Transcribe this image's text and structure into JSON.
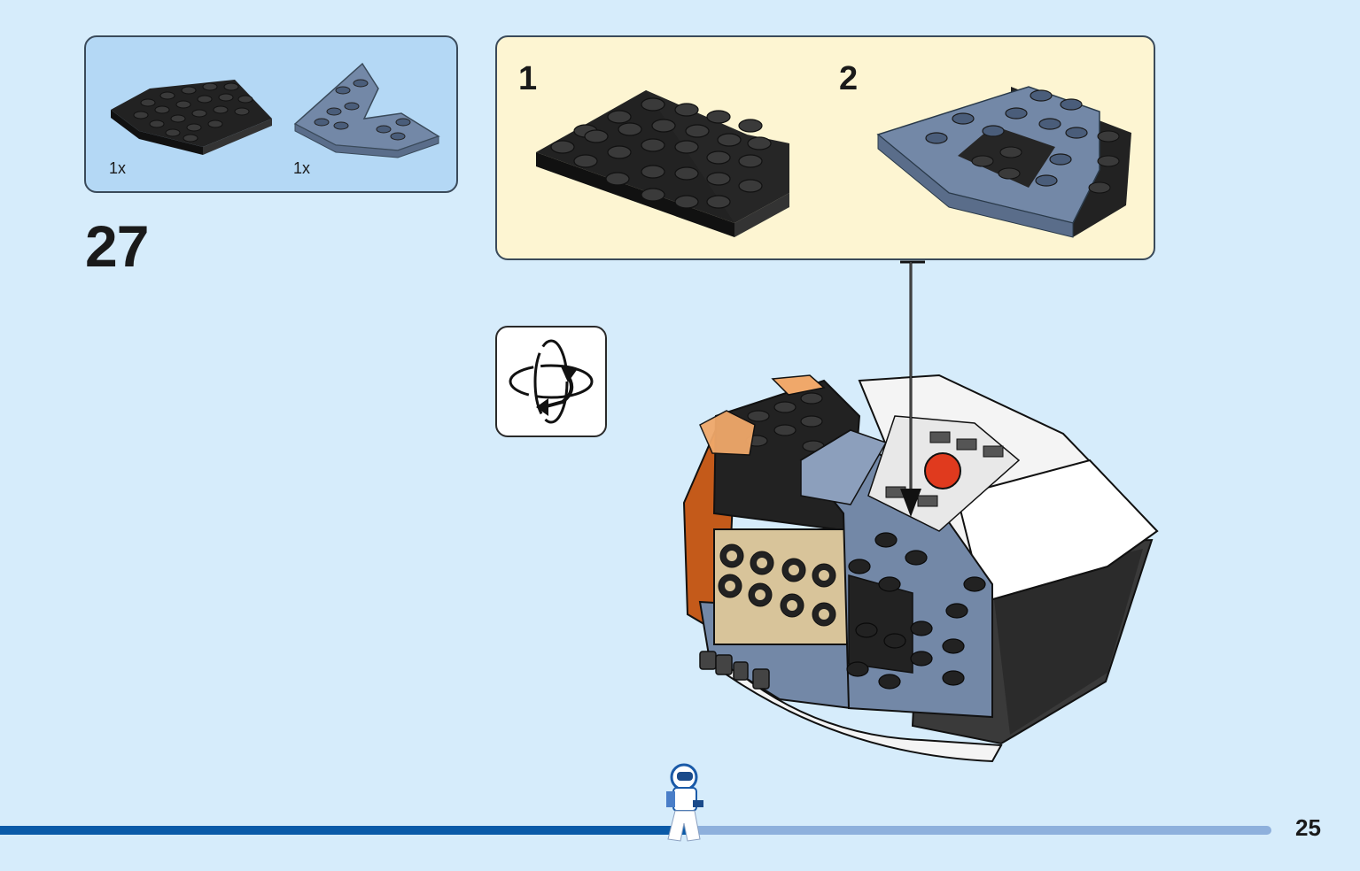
{
  "parts_list": {
    "items": [
      {
        "name": "black-wedge-plate",
        "color": "#222222",
        "quantity": "1x"
      },
      {
        "name": "sand-blue-wedge-plate-cutout",
        "color": "#7388a7",
        "quantity": "1x"
      }
    ]
  },
  "step": {
    "number": "27"
  },
  "sub_assembly": {
    "steps": [
      {
        "label": "1"
      },
      {
        "label": "2"
      }
    ]
  },
  "rotate_icon": "rotate-model-icon",
  "page": {
    "number": "25"
  },
  "colors": {
    "background": "#d6ecfb",
    "parts_box": "#b4d8f5",
    "sub_box": "#fdf5d2",
    "progress_done": "#0a5aa8",
    "progress_remaining": "#8eb0dc",
    "black_brick": "#222222",
    "sand_blue": "#7388a7",
    "white_brick": "#f4f4f4",
    "orange": "#c45a1a",
    "tan": "#d8c49a"
  }
}
